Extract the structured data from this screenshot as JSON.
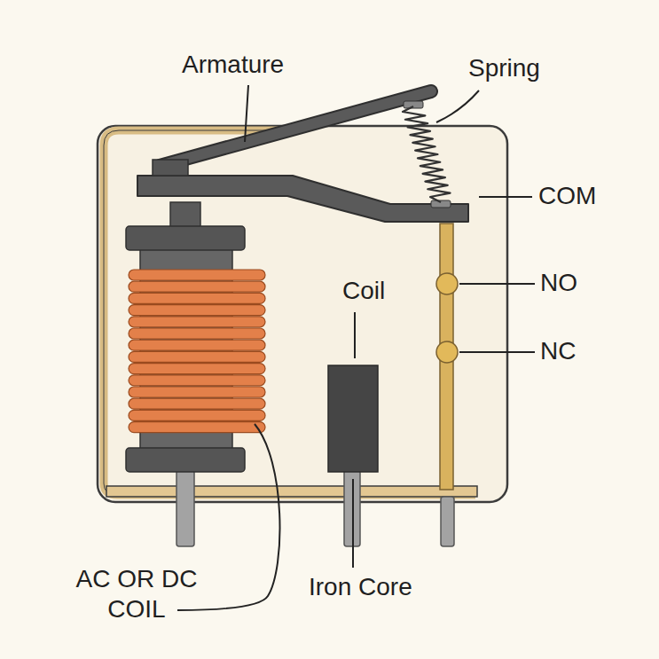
{
  "diagram": {
    "labels": [
      "Armature",
      "Spring",
      "COM",
      "NO",
      "NC",
      "Coil",
      "AC OR DC COIL",
      "Iron Core"
    ]
  }
}
